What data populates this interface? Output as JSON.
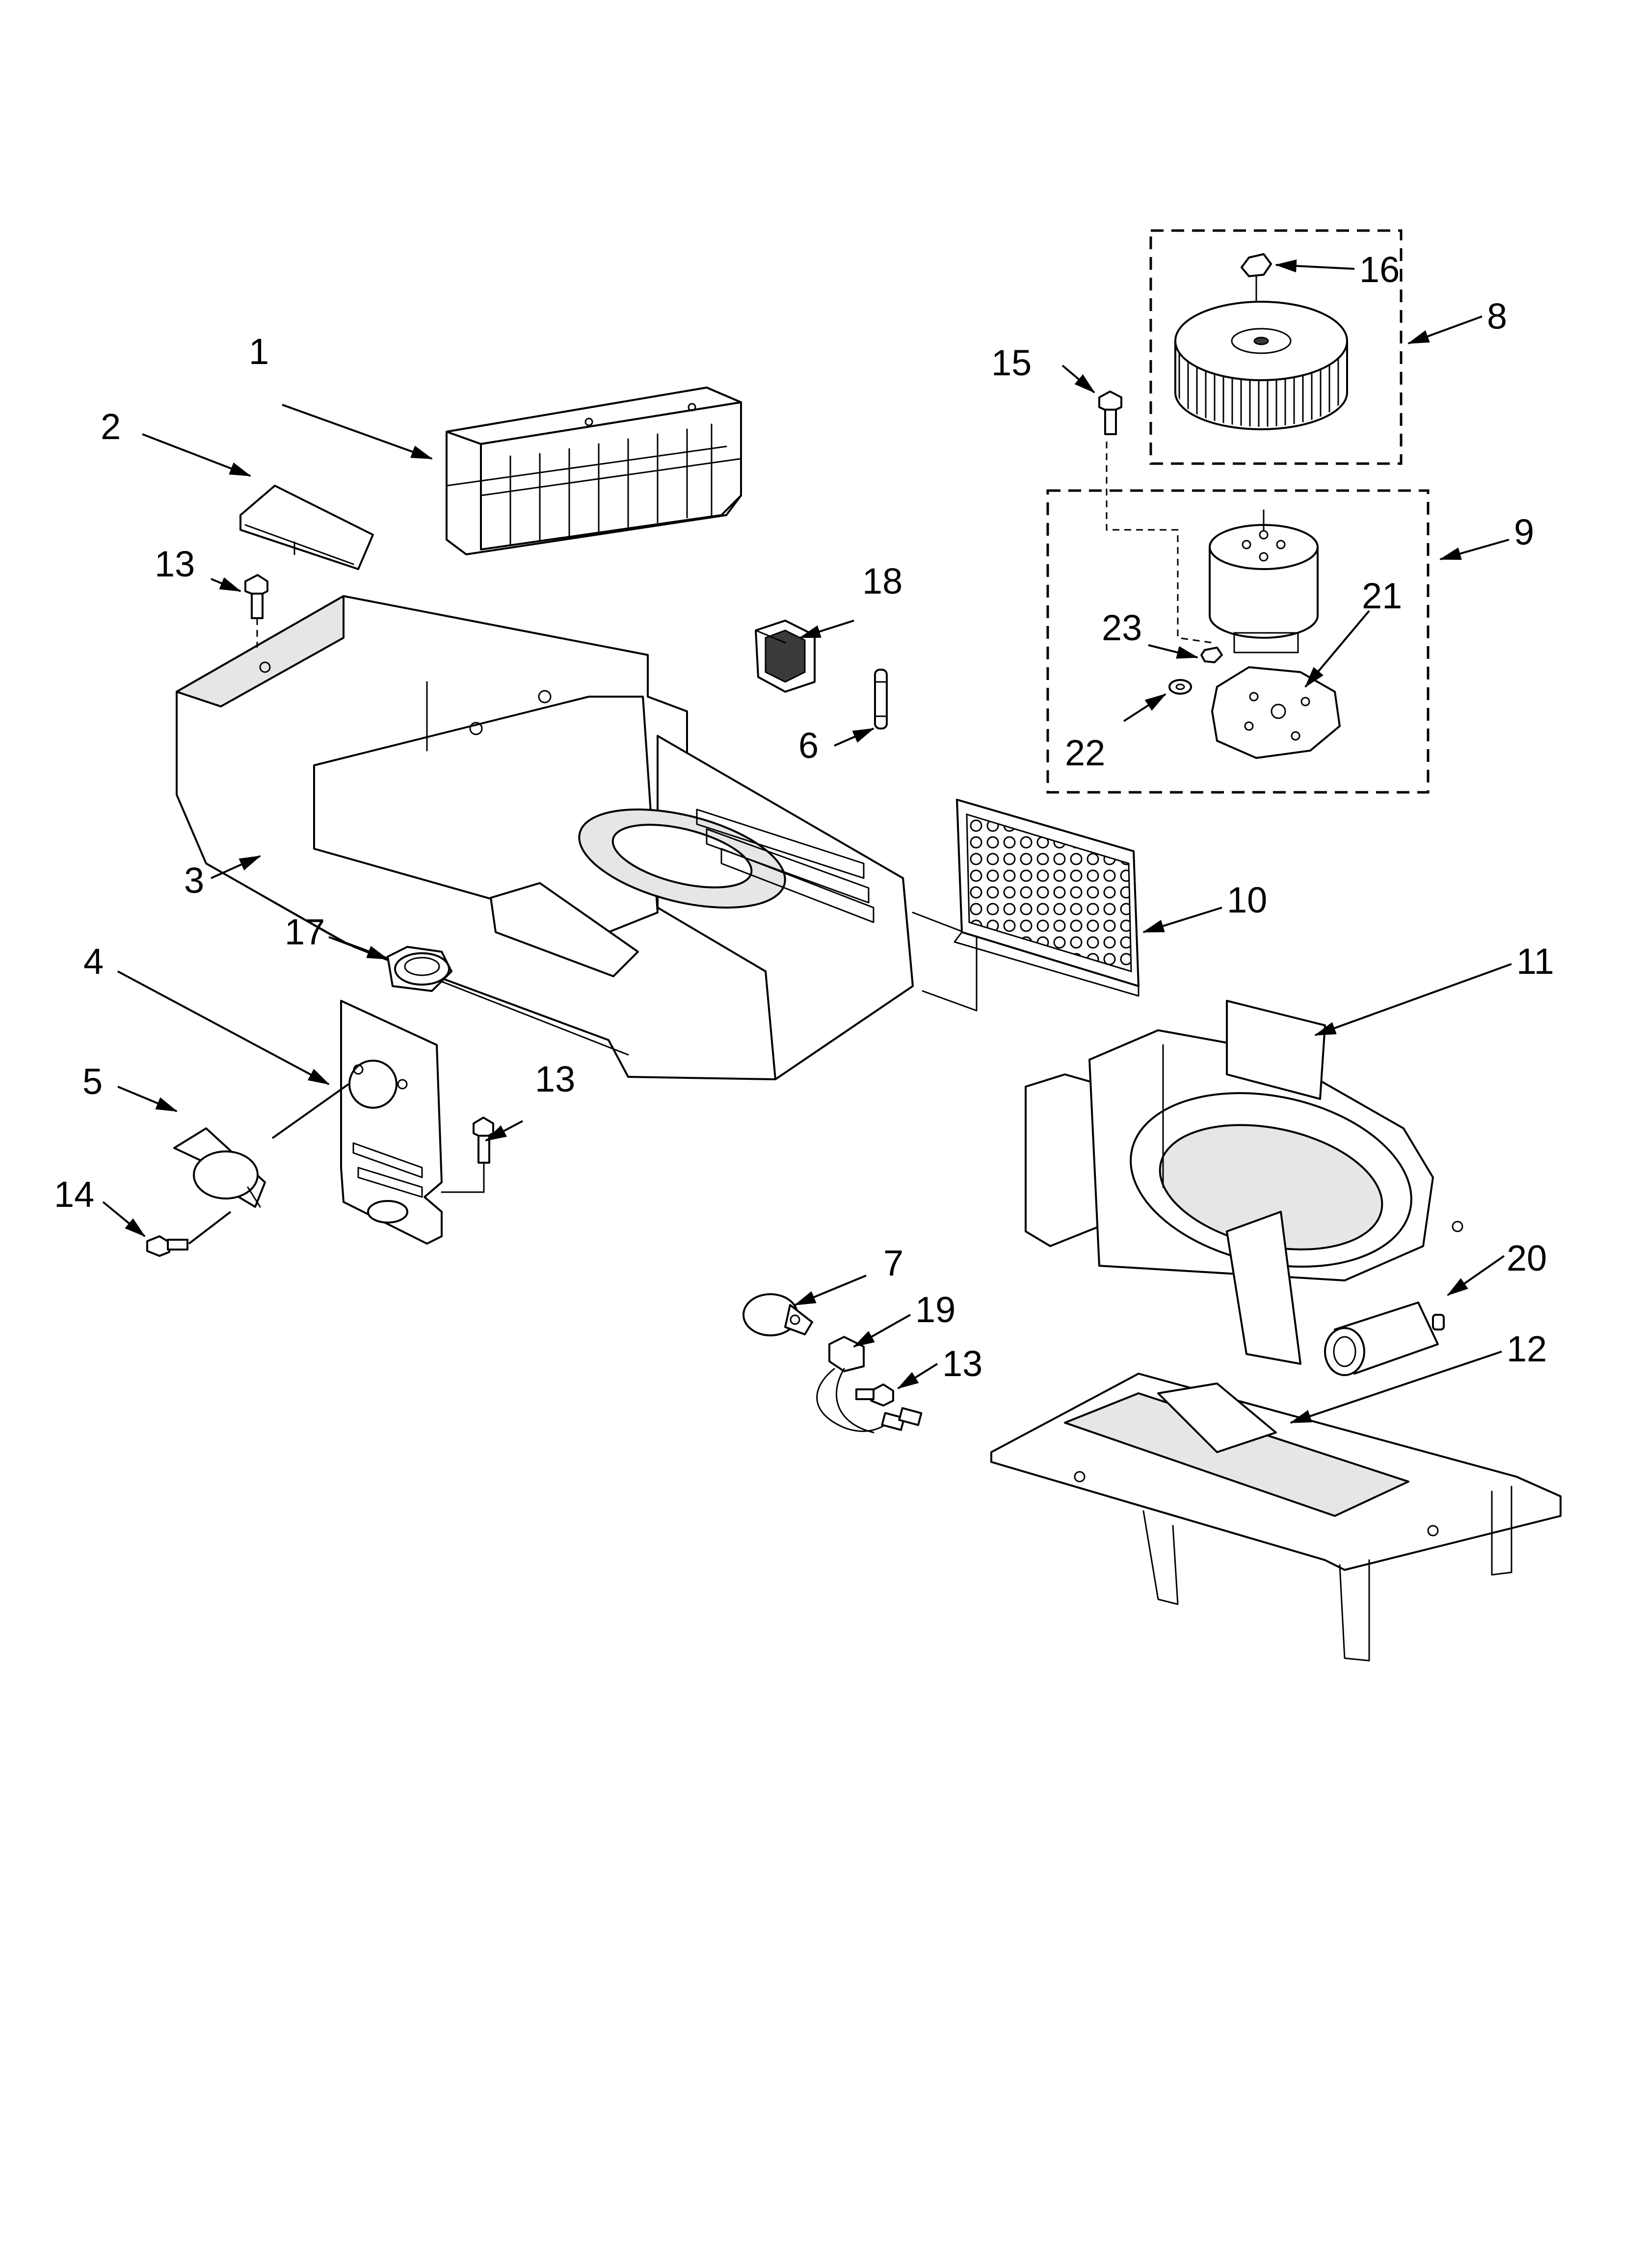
{
  "callouts": [
    {
      "id": "c1",
      "label": "1"
    },
    {
      "id": "c2",
      "label": "2"
    },
    {
      "id": "c3",
      "label": "3"
    },
    {
      "id": "c4",
      "label": "4"
    },
    {
      "id": "c5",
      "label": "5"
    },
    {
      "id": "c6",
      "label": "6"
    },
    {
      "id": "c7",
      "label": "7"
    },
    {
      "id": "c8",
      "label": "8"
    },
    {
      "id": "c9",
      "label": "9"
    },
    {
      "id": "c10",
      "label": "10"
    },
    {
      "id": "c11",
      "label": "11"
    },
    {
      "id": "c12",
      "label": "12"
    },
    {
      "id": "c13a",
      "label": "13"
    },
    {
      "id": "c13b",
      "label": "13"
    },
    {
      "id": "c13c",
      "label": "13"
    },
    {
      "id": "c14",
      "label": "14"
    },
    {
      "id": "c15",
      "label": "15"
    },
    {
      "id": "c16",
      "label": "16"
    },
    {
      "id": "c17",
      "label": "17"
    },
    {
      "id": "c18",
      "label": "18"
    },
    {
      "id": "c19",
      "label": "19"
    },
    {
      "id": "c20",
      "label": "20"
    },
    {
      "id": "c21",
      "label": "21"
    },
    {
      "id": "c22",
      "label": "22"
    },
    {
      "id": "c23",
      "label": "23"
    }
  ],
  "colors": {
    "line": "#000000",
    "background": "#ffffff",
    "shade": "#e6e6e6"
  }
}
